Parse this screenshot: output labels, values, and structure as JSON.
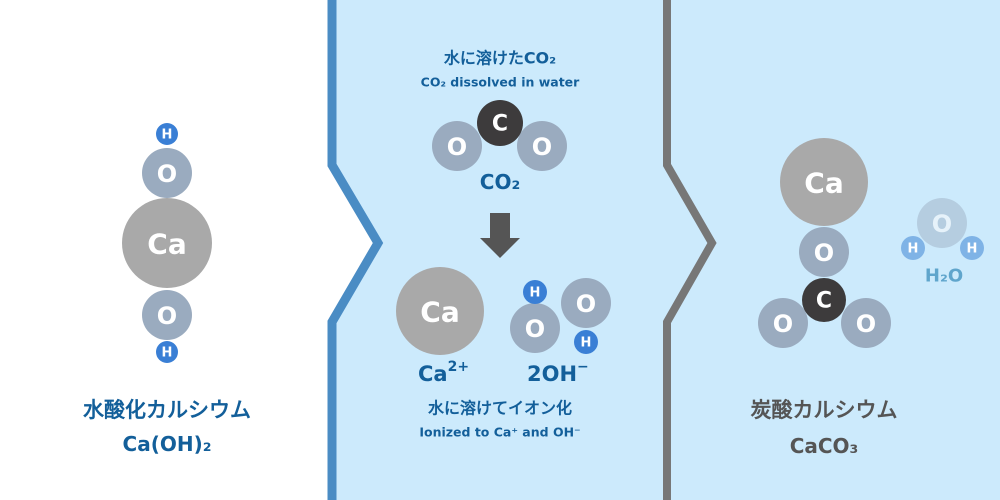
{
  "colors": {
    "blue_text": "#135f9a",
    "gray_text": "#555555",
    "panel_bg": "#cceafc",
    "blue_line": "#4a8cc4",
    "gray_line": "#777777",
    "oxygen": "#9aabbf",
    "calcium": "#a9a9a9",
    "carbon": "#3d3b3c",
    "hydrogen": "#3a7fd5"
  },
  "atoms": {
    "H": "H",
    "O": "O",
    "Ca": "Ca",
    "C": "C"
  },
  "left": {
    "title": "水酸化カルシウム",
    "formula": "Ca(OH)₂"
  },
  "middle": {
    "title": "水に溶けたCO₂",
    "subtitle": "CO₂ dissolved in water",
    "co2_label": "CO₂",
    "ca_label": "Ca",
    "ca_charge": "2+",
    "oh_label": "2OH",
    "oh_charge": "−",
    "ion_title": "水に溶けてイオン化",
    "ion_subtitle": "Ionized to Ca⁺ and OH⁻"
  },
  "right": {
    "title": "炭酸カルシウム",
    "formula": "CaCO₃",
    "water_label": "H₂O"
  }
}
